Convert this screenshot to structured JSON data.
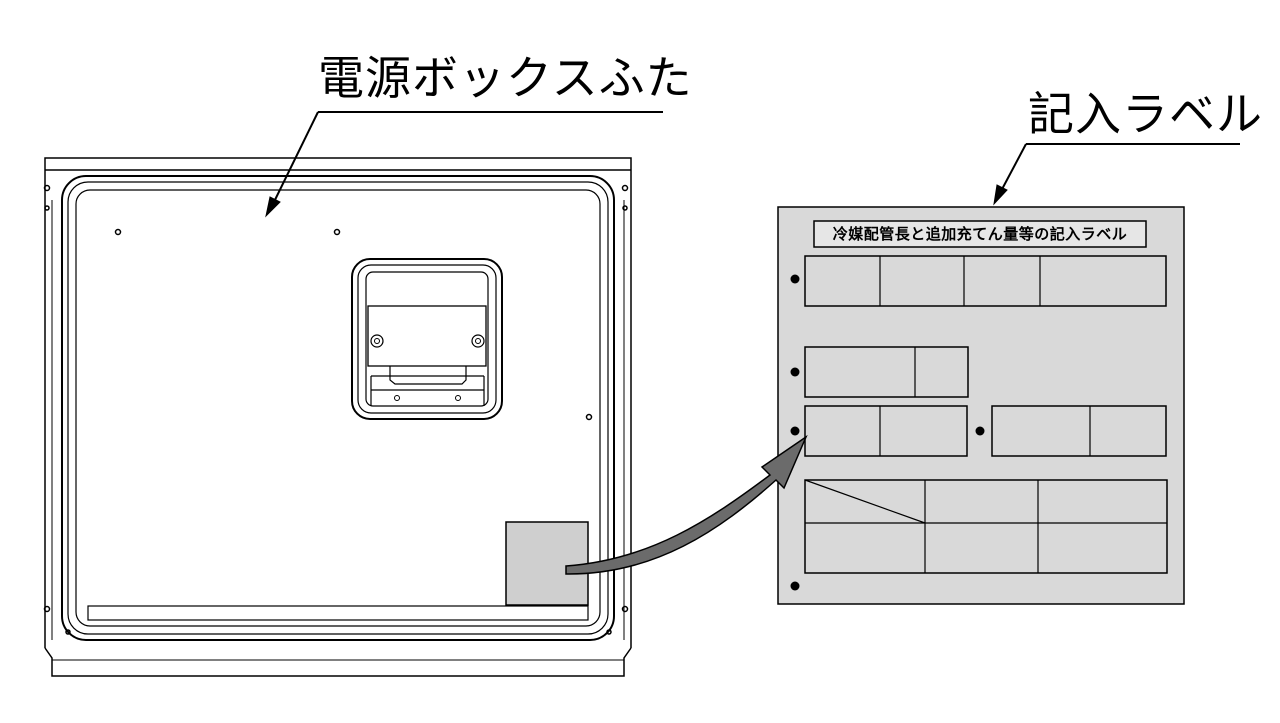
{
  "callouts": {
    "power_box_cover": "電源ボックスふた",
    "entry_label": "記入ラベル"
  },
  "label_panel": {
    "header": "冷媒配管長と追加充てん量等の記入ラベル"
  },
  "colors": {
    "line": "#000000",
    "label_fill": "#d9d9d9",
    "sticker_fill": "#cfcfcf",
    "arrow_fill": "#6b6b6b"
  }
}
